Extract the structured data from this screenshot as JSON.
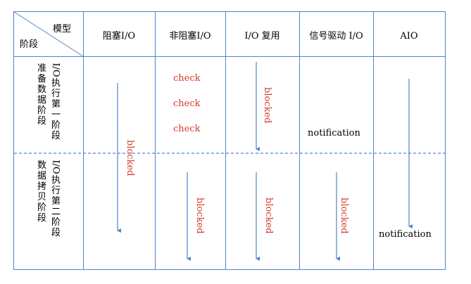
{
  "corner": {
    "top_label": "模型",
    "bottom_label": "阶段"
  },
  "columns": [
    "阻塞I/O",
    "非阻塞I/O",
    "I/O 复用",
    "信号驱动 I/O",
    "AIO"
  ],
  "rows": [
    {
      "col1": "I/O执行第一阶段",
      "col2": "准备数据阶段"
    },
    {
      "col1": "I/O执行第二阶段",
      "col2": "数据拷贝阶段"
    }
  ],
  "labels": {
    "blocked": "blocked",
    "check": "check",
    "notification": "notification"
  },
  "colors": {
    "grid": "#4f86c6",
    "arrow": "#4f86c6",
    "red_text": "#d63a2e"
  }
}
